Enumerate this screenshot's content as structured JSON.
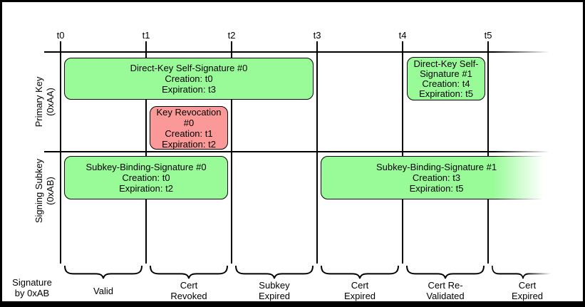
{
  "timeline": {
    "ticks": [
      "t0",
      "t1",
      "t2",
      "t3",
      "t4",
      "t5"
    ]
  },
  "rows": [
    {
      "label": "Primary Key\n(0xAA)"
    },
    {
      "label": "Signing Subkey\n(0xAB)"
    }
  ],
  "boxes": [
    {
      "title": "Direct-Key Self-Signature #0",
      "creation": "Creation: t0",
      "expiration": "Expiration: t3",
      "color": "#98FB98"
    },
    {
      "title": "Key Revocation #0",
      "creation": "Creation: t1",
      "expiration": "Expiration: t2",
      "color": "#FB9999"
    },
    {
      "title": "Direct-Key Self-Signature #1",
      "creation": "Creation: t4",
      "expiration": "Expiration: t5",
      "color": "#98FB98"
    },
    {
      "title": "Subkey-Binding-Signature #0",
      "creation": "Creation: t0",
      "expiration": "Expiration: t2",
      "color": "#98FB98"
    },
    {
      "title": "Subkey-Binding-Signature #1",
      "creation": "Creation: t3",
      "expiration": "Expiration: t5",
      "color": "#98FB98"
    }
  ],
  "bottom_axis": {
    "label": "Signature\nby 0xAB",
    "segments": [
      {
        "label": "Valid"
      },
      {
        "label": "Cert\nRevoked"
      },
      {
        "label": "Subkey\nExpired"
      },
      {
        "label": "Cert\nExpired"
      },
      {
        "label": "Cert Re-\nValidated"
      },
      {
        "label": "Cert\nExpired"
      }
    ]
  },
  "colors": {
    "valid_green": "#98FB98",
    "revoked_red": "#FB9999",
    "line": "#000000",
    "background": "#FFFFFF"
  }
}
